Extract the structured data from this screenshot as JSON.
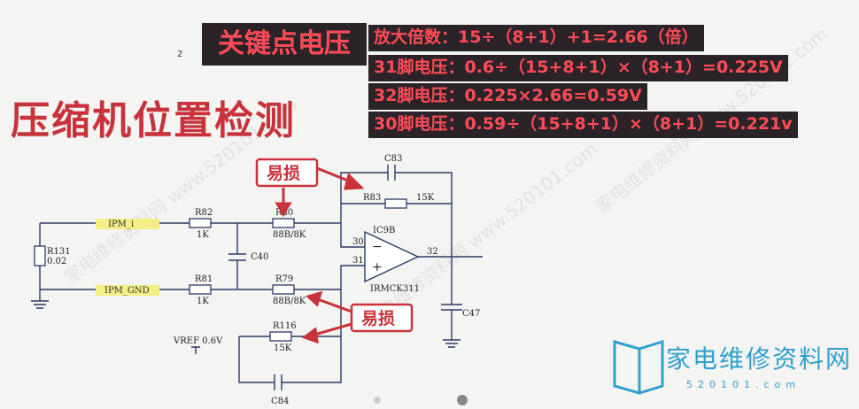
{
  "page_number": "2",
  "title": "压缩机位置检测",
  "key_label": "关键点电压",
  "lines": [
    "放大倍数：15÷（8+1）+1=2.66（倍）",
    "31脚电压：0.6÷（15+8+1）×（8+1）=0.225V",
    "32脚电压：0.225×2.66=0.59V",
    "30脚电压：0.59÷（15+8+1）×（8+1）=0.221v"
  ],
  "tags": [
    "易损",
    "易损"
  ],
  "components": {
    "r131": "R131",
    "r131_val": "0.02",
    "r82": "R82",
    "r82_val": "1K",
    "r81": "R81",
    "r81_val": "1K",
    "r80": "R80",
    "r80_val": "88B/8K",
    "r79": "R79",
    "r79_val": "88B/8K",
    "r83": "R83",
    "r83_val": "15K",
    "r116": "R116",
    "r116_val": "15K",
    "c83": "C83",
    "c40": "C40",
    "c47": "C47",
    "c84": "C84",
    "ic": "IC9B",
    "ic_part": "IRMCK311",
    "pin30": "30",
    "pin31": "31",
    "pin32": "32",
    "minus": "−",
    "plus": "+",
    "net_ipm_i": "IPM_i",
    "net_ipm_gnd": "IPM_GND",
    "vref": "VREF 0.6V"
  },
  "logo": {
    "text": "家电维修资料网",
    "sub": "520101.com"
  },
  "watermark": "家电维修资料网 www.520101.com",
  "colors": {
    "accent": "#c8323a",
    "dark_box": "#2a2328",
    "text_red": "#ff4b57",
    "logo": "#2f9fd0"
  }
}
